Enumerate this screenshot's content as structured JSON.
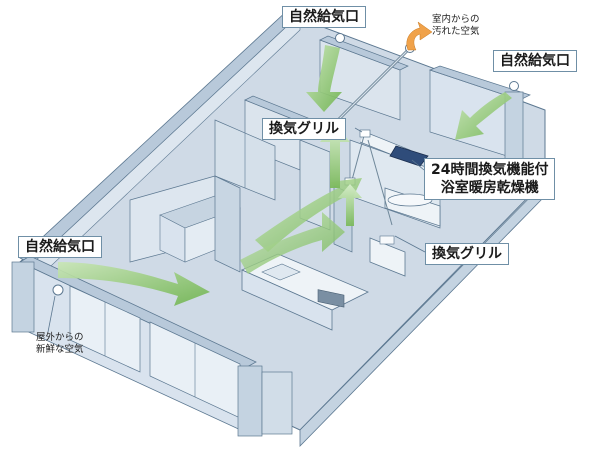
{
  "labels": {
    "natural_inlet_top": "自然給気口",
    "natural_inlet_right": "自然給気口",
    "natural_inlet_left": "自然給気口",
    "ventilation_grille_upper": "換気グリル",
    "ventilation_grille_lower": "換気グリル",
    "unit_line1": "24時間換気機能付",
    "unit_line2": "浴室暖房乾燥機"
  },
  "notes": {
    "dirty_air_line1": "室内からの",
    "dirty_air_line2": "汚れた空気",
    "fresh_air_line1": "屋外からの",
    "fresh_air_line2": "新鮮な空気"
  },
  "colors": {
    "floor": "#cfdae6",
    "wall_face": "#d9e3ee",
    "wall_top": "#b8c9da",
    "outline": "#5c7891",
    "fresh_air_arrow": "#86c06a",
    "exhaust_arrow": "#f0a24a",
    "label_border": "#6f8fa6"
  }
}
